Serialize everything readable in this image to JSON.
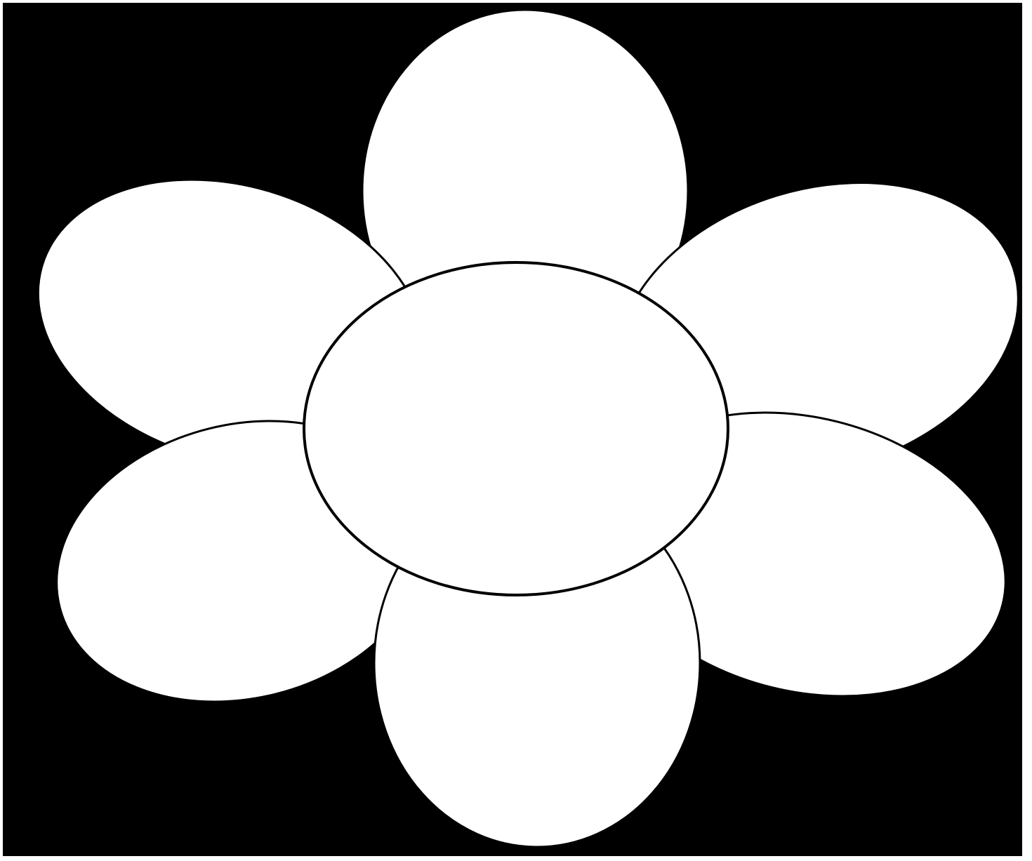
{
  "image": {
    "subject": "flower outline",
    "background_color": "#000000",
    "fill_color": "#ffffff",
    "stroke_color": "#000000"
  },
  "flower": {
    "petal_count": 6,
    "petals": [
      {
        "name": "top"
      },
      {
        "name": "upper-left"
      },
      {
        "name": "upper-right"
      },
      {
        "name": "lower-left"
      },
      {
        "name": "lower-right"
      },
      {
        "name": "bottom"
      }
    ],
    "center": {
      "shape": "ellipse"
    }
  }
}
